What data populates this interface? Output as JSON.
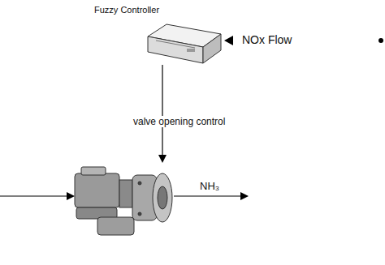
{
  "diagram": {
    "nodes": [
      {
        "text": [
          "Fuzzy Controller"
        ]
      }
    ],
    "labels": [
      "NOx Flow",
      "valve opening control",
      "NH₃"
    ]
  }
}
